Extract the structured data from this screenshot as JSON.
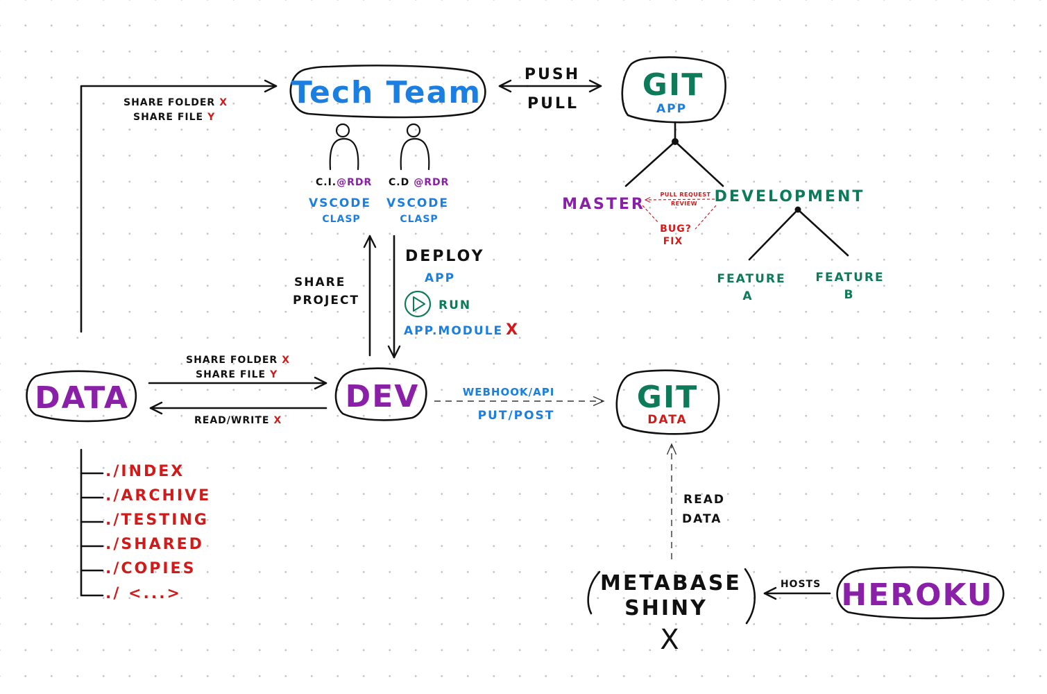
{
  "colors": {
    "ink": "#111111",
    "blue": "#1a7fe0",
    "purple": "#8a1fa8",
    "green": "#0d7a5a",
    "red": "#d11a1a"
  },
  "nodes": {
    "tech_team": "Tech Team",
    "git_app": {
      "title": "GIT",
      "subtitle": "APP"
    },
    "git_data": {
      "title": "GIT",
      "subtitle": "DATA"
    },
    "data": "DATA",
    "dev": "DEV",
    "heroku": "HEROKU",
    "metabase": {
      "line1": "METABASE",
      "line2": "SHINY",
      "mark": "X"
    }
  },
  "members": [
    {
      "handle": "C.I.",
      "org": "@RDR",
      "tool1": "VSCODE",
      "tool2": "CLASP"
    },
    {
      "handle": "C.D",
      "org": "@RDR",
      "tool1": "VSCODE",
      "tool2": "CLASP"
    }
  ],
  "edges": {
    "push": "PUSH",
    "pull": "PULL",
    "share_top": {
      "line1": "SHARE FOLDER",
      "mark1": "X",
      "line2": "SHARE FILE",
      "mark2": "Y"
    },
    "share_mid": {
      "line1": "SHARE FOLDER",
      "mark1": "X",
      "line2": "SHARE FILE",
      "mark2": "Y"
    },
    "read_write": {
      "text": "READ/WRITE",
      "mark": "X"
    },
    "share_project": {
      "line1": "SHARE",
      "line2": "PROJECT"
    },
    "deploy": {
      "title": "DEPLOY",
      "app": "APP",
      "run": "RUN",
      "module": "APP.MODULE",
      "mark": "X"
    },
    "webhook": {
      "line1": "WEBHOOK/API",
      "line2": "PUT/POST"
    },
    "read_data": {
      "line1": "READ",
      "line2": "DATA"
    },
    "hosts": "HOSTS"
  },
  "branches": {
    "master": "MASTER",
    "development": "DEVELOPMENT",
    "pull_request": "PULL REQUEST",
    "review": "REVIEW",
    "bug": "BUG?",
    "fix": "FIX",
    "feature_a": {
      "line1": "FEATURE",
      "line2": "A"
    },
    "feature_b": {
      "line1": "FEATURE",
      "line2": "B"
    }
  },
  "folders": [
    "./INDEX",
    "./ARCHIVE",
    "./TESTING",
    "./SHARED",
    "./COPIES",
    "./ <...>"
  ]
}
